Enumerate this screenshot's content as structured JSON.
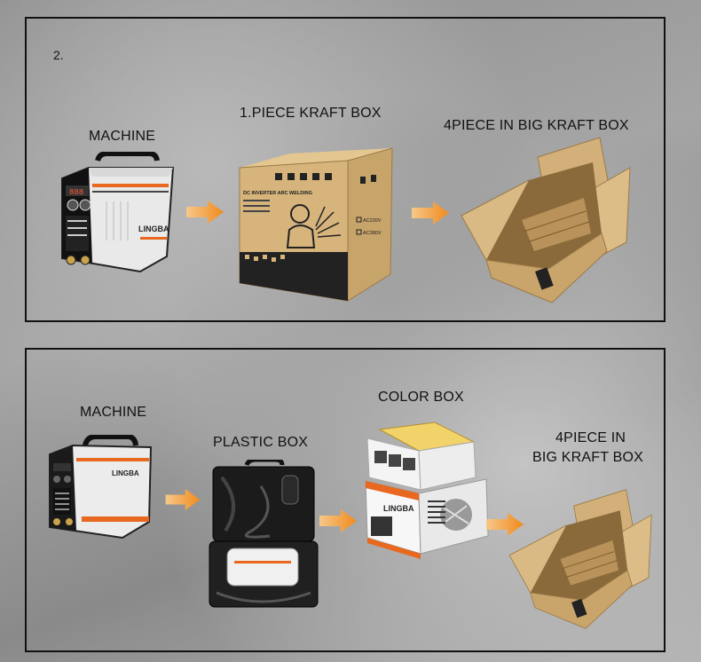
{
  "panel1": {
    "step_number": "2.",
    "items": [
      {
        "label": "MACHINE"
      },
      {
        "label": "1.PIECE KRAFT BOX"
      },
      {
        "label": "4PIECE IN BIG KRAFT BOX"
      }
    ],
    "machine_brand": "LINGBA",
    "box_print_text": "DC INVERTER ARC WELDING",
    "box_checkbox_1": "AC220V",
    "box_checkbox_2": "AC380V"
  },
  "panel2": {
    "items": [
      {
        "label": "MACHINE"
      },
      {
        "label": "PLASTIC BOX"
      },
      {
        "label": "COLOR BOX"
      },
      {
        "label_line1": "4PIECE IN",
        "label_line2": "BIG KRAFT BOX"
      }
    ],
    "machine_brand": "LINGBA",
    "color_box_brand": "LINGBA"
  },
  "colors": {
    "arrow": "#f39a2e",
    "kraft": "#d6b47c",
    "machine_orange": "#e8681f"
  }
}
